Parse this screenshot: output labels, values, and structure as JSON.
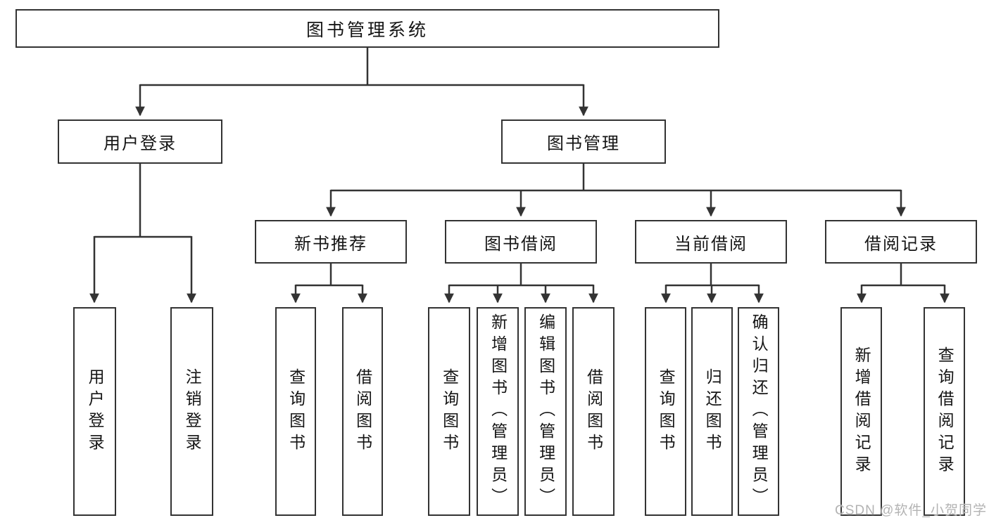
{
  "colors": {
    "line": "#333333",
    "border": "#333333",
    "text": "#151515",
    "watermark": "#b3b3b3",
    "background": "#ffffff"
  },
  "watermark": {
    "text": "CSDN @软件_小贺同学"
  },
  "tree": {
    "label": "图书管理系统",
    "children": [
      {
        "label": "用户登录",
        "children": [
          {
            "label": "用户登录"
          },
          {
            "label": "注销登录"
          }
        ]
      },
      {
        "label": "图书管理",
        "children": [
          {
            "label": "新书推荐",
            "children": [
              {
                "label": "查询图书"
              },
              {
                "label": "借阅图书"
              }
            ]
          },
          {
            "label": "图书借阅",
            "children": [
              {
                "label": "查询图书"
              },
              {
                "label": "新增图书（管理员）"
              },
              {
                "label": "编辑图书（管理员）"
              },
              {
                "label": "借阅图书"
              }
            ]
          },
          {
            "label": "当前借阅",
            "children": [
              {
                "label": "查询图书"
              },
              {
                "label": "归还图书"
              },
              {
                "label": "确认归还（管理员）"
              }
            ]
          },
          {
            "label": "借阅记录",
            "children": [
              {
                "label": "新增借阅记录"
              },
              {
                "label": "查询借阅记录"
              }
            ]
          }
        ]
      }
    ]
  }
}
